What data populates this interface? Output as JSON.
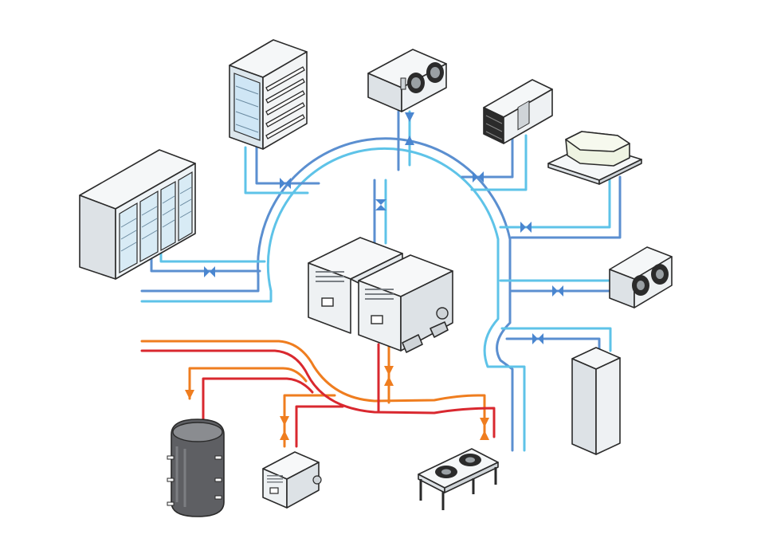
{
  "colors": {
    "suction": "#5b8fd0",
    "liquid": "#5ec3e8",
    "hot_gas": "#d9282f",
    "heat_water": "#ef7d1f",
    "valve": "#4a86d0",
    "valve_warm": "#ef7d1f",
    "panel": "#f2f4f5",
    "panel_shade": "#dde2e6",
    "tank": "#5e5f63",
    "outline": "#2a2a2a"
  },
  "components": [
    {
      "name": "multideck-display-case",
      "icon": "open-display-case-icon"
    },
    {
      "name": "glass-door-freezer",
      "icon": "glass-door-freezer-icon"
    },
    {
      "name": "unit-cooler-top",
      "icon": "unit-cooler-icon"
    },
    {
      "name": "ceiling-cooler",
      "icon": "ceiling-cooler-icon"
    },
    {
      "name": "ceiling-cassette",
      "icon": "cassette-icon"
    },
    {
      "name": "wall-cooler",
      "icon": "wall-cooler-icon"
    },
    {
      "name": "floor-cabinet",
      "icon": "cabinet-icon"
    },
    {
      "name": "compressor-rack",
      "icon": "compressor-rack-icon"
    },
    {
      "name": "heat-pump-unit",
      "icon": "heat-pump-icon"
    },
    {
      "name": "gas-cooler",
      "icon": "gas-cooler-icon"
    },
    {
      "name": "buffer-tank",
      "icon": "buffer-tank-icon"
    }
  ]
}
